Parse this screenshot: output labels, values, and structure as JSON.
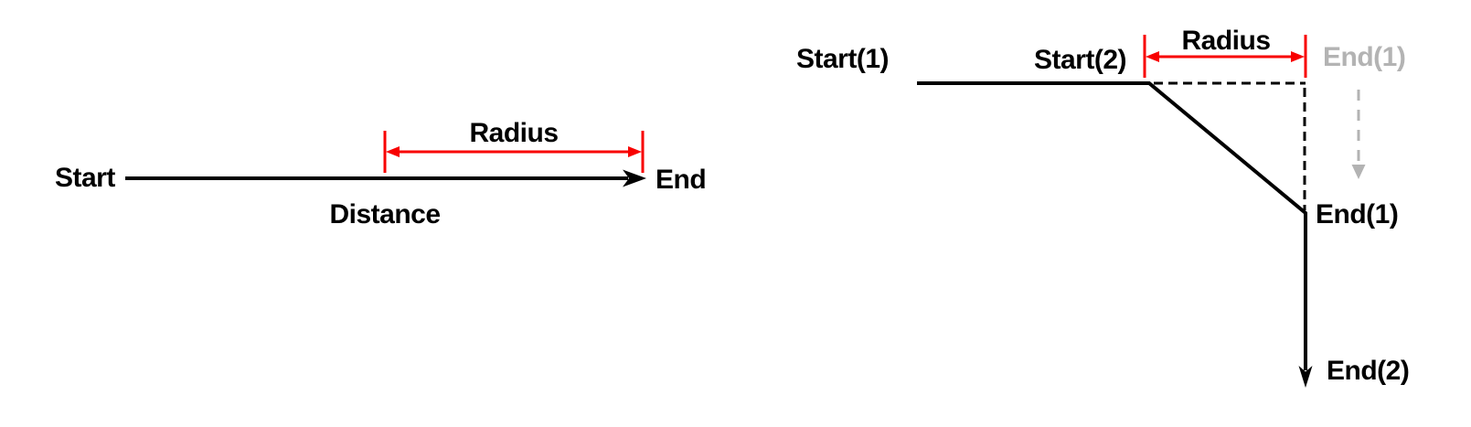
{
  "colors": {
    "black": "#000000",
    "red": "#f80000",
    "gray": "#b3b3b3",
    "background": "#ffffff"
  },
  "left_diagram": {
    "start_label": "Start",
    "end_label": "End",
    "radius_label": "Radius",
    "distance_label": "Distance"
  },
  "right_diagram": {
    "start1_label": "Start(1)",
    "start2_label": "Start(2)",
    "radius_label": "Radius",
    "ghost_end1_label": "End(1)",
    "end1_label": "End(1)",
    "end2_label": "End(2)"
  }
}
